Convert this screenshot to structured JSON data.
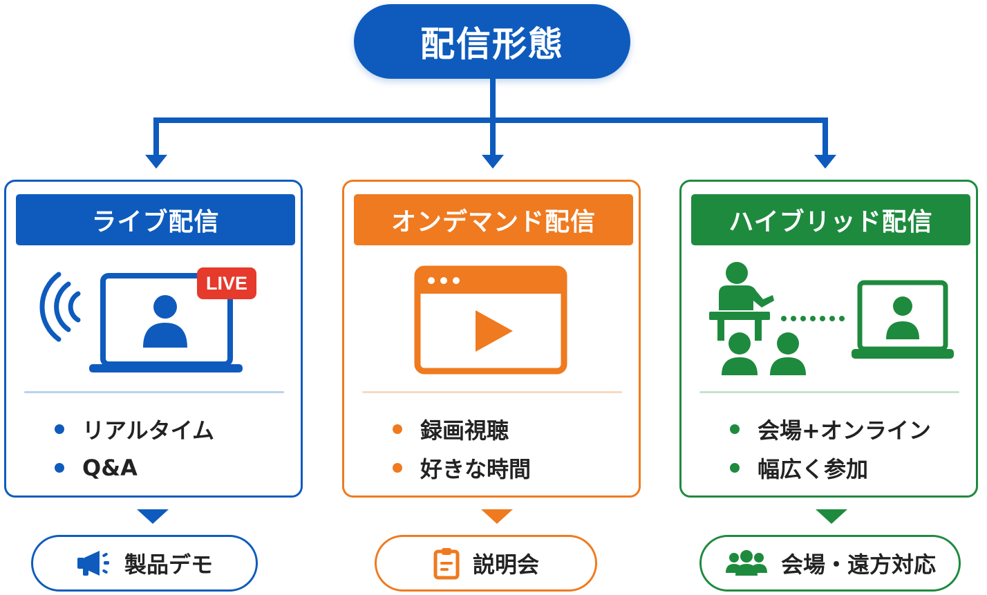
{
  "root": {
    "title": "配信形態"
  },
  "cards": [
    {
      "header": "ライブ配信",
      "color": "#0e5bbd",
      "divider_color": "#b8d2f0",
      "badge": "LIVE",
      "badge_color": "#e53a2c",
      "illustration_icon": "live-streaming-laptop-icon",
      "bullets": [
        "リアルタイム",
        "Q&A"
      ],
      "result": {
        "label": "製品デモ",
        "icon": "megaphone-icon"
      }
    },
    {
      "header": "オンデマンド配信",
      "color": "#ef7a1f",
      "divider_color": "#f8d9c0",
      "illustration_icon": "video-player-icon",
      "bullets": [
        "録画視聴",
        "好きな時間"
      ],
      "result": {
        "label": "説明会",
        "icon": "clipboard-icon"
      }
    },
    {
      "header": "ハイブリッド配信",
      "color": "#1e8a3e",
      "divider_color": "#c4e3cc",
      "illustration_icon": "venue-and-online-icon",
      "bullets": [
        "会場+オンライン",
        "幅広く参加"
      ],
      "result": {
        "label": "会場・遠方対応",
        "icon": "group-icon"
      }
    }
  ],
  "connector_color": "#0e5bbd"
}
